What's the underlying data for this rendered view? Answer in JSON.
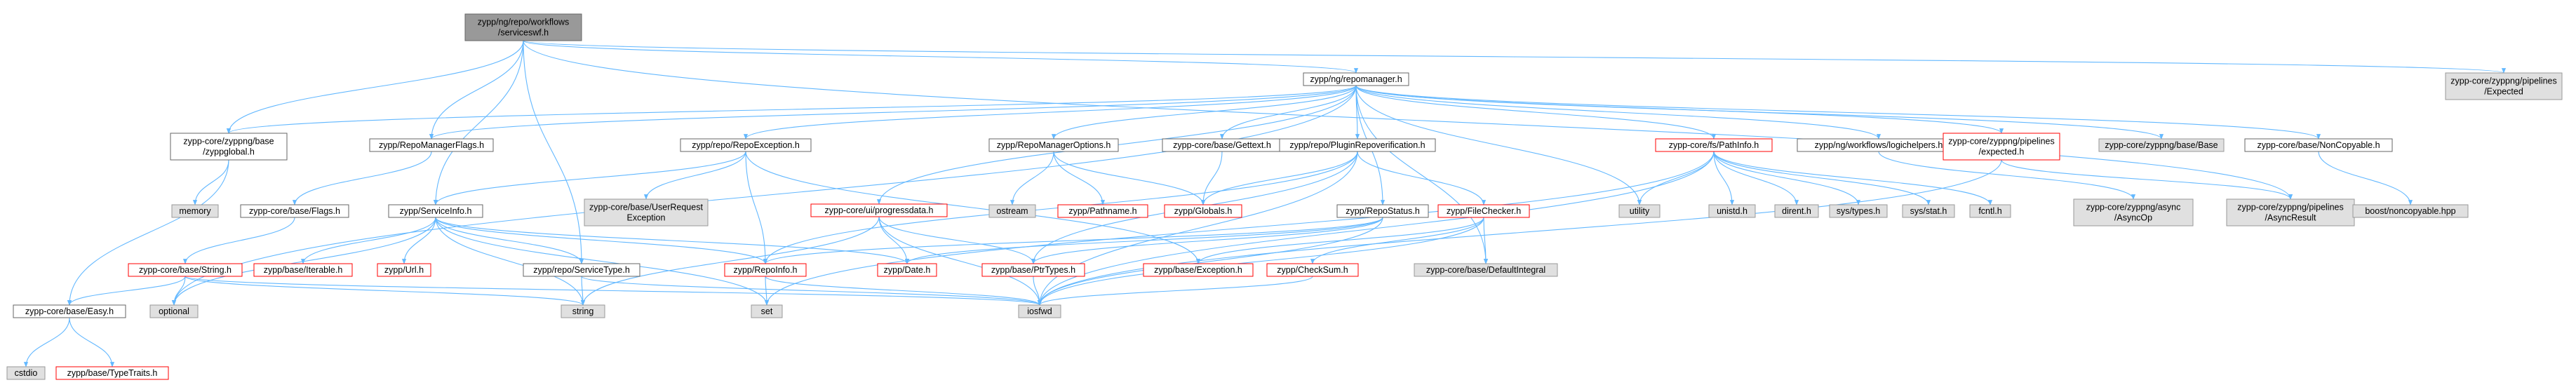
{
  "colors": {
    "edge": "#63b8ff",
    "root_fill": "#999999",
    "root_stroke": "#666666",
    "node_fill": "#ffffff",
    "node_stroke": "#666666",
    "red_stroke": "#ff0000",
    "gray_fill": "#e0e0e0",
    "gray_stroke": "#999999"
  },
  "nodes": [
    {
      "id": "root",
      "lines": [
        "zypp/ng/repo/workflows",
        "/serviceswf.h"
      ],
      "kind": "root"
    },
    {
      "id": "repomanager",
      "lines": [
        "zypp/ng/repomanager.h"
      ],
      "kind": "plain"
    },
    {
      "id": "expected_sys",
      "lines": [
        "zypp-core/zyppng/pipelines",
        "/Expected"
      ],
      "kind": "gray"
    },
    {
      "id": "zyppglobal",
      "lines": [
        "zypp-core/zyppng/base",
        "/zyppglobal.h"
      ],
      "kind": "plain"
    },
    {
      "id": "repomanagerflags",
      "lines": [
        "zypp/RepoManagerFlags.h"
      ],
      "kind": "plain"
    },
    {
      "id": "repoexception",
      "lines": [
        "zypp/repo/RepoException.h"
      ],
      "kind": "plain"
    },
    {
      "id": "progressdata",
      "lines": [
        "zypp-core/ui/progressdata.h"
      ],
      "kind": "red"
    },
    {
      "id": "repomanageroptions",
      "lines": [
        "zypp/RepoManagerOptions.h"
      ],
      "kind": "plain"
    },
    {
      "id": "gettext",
      "lines": [
        "zypp-core/base/Gettext.h"
      ],
      "kind": "plain"
    },
    {
      "id": "pluginrepoverification",
      "lines": [
        "zypp/repo/PluginRepoverification.h"
      ],
      "kind": "plain"
    },
    {
      "id": "pathinfo",
      "lines": [
        "zypp-core/fs/PathInfo.h"
      ],
      "kind": "red"
    },
    {
      "id": "logichelpers",
      "lines": [
        "zypp/ng/workflows/logichelpers.h"
      ],
      "kind": "plain"
    },
    {
      "id": "expected_h",
      "lines": [
        "zypp-core/zyppng/pipelines",
        "/expected.h"
      ],
      "kind": "red"
    },
    {
      "id": "zyppngbase",
      "lines": [
        "zypp-core/zyppng/base/Base"
      ],
      "kind": "gray"
    },
    {
      "id": "noncopyable",
      "lines": [
        "zypp-core/base/NonCopyable.h"
      ],
      "kind": "plain"
    },
    {
      "id": "memory",
      "lines": [
        "memory"
      ],
      "kind": "gray"
    },
    {
      "id": "flags",
      "lines": [
        "zypp-core/base/Flags.h"
      ],
      "kind": "plain"
    },
    {
      "id": "serviceinfo",
      "lines": [
        "zypp/ServiceInfo.h"
      ],
      "kind": "plain"
    },
    {
      "id": "userrequestexception",
      "lines": [
        "zypp-core/base/UserRequest",
        "Exception"
      ],
      "kind": "gray"
    },
    {
      "id": "ostream",
      "lines": [
        "ostream"
      ],
      "kind": "gray"
    },
    {
      "id": "pathname",
      "lines": [
        "zypp/Pathname.h"
      ],
      "kind": "red"
    },
    {
      "id": "globals",
      "lines": [
        "zypp/Globals.h"
      ],
      "kind": "red"
    },
    {
      "id": "repostatus",
      "lines": [
        "zypp/RepoStatus.h"
      ],
      "kind": "plain"
    },
    {
      "id": "filechecker",
      "lines": [
        "zypp/FileChecker.h"
      ],
      "kind": "red"
    },
    {
      "id": "utility",
      "lines": [
        "utility"
      ],
      "kind": "gray"
    },
    {
      "id": "unistd",
      "lines": [
        "unistd.h"
      ],
      "kind": "gray"
    },
    {
      "id": "dirent",
      "lines": [
        "dirent.h"
      ],
      "kind": "gray"
    },
    {
      "id": "systypes",
      "lines": [
        "sys/types.h"
      ],
      "kind": "gray"
    },
    {
      "id": "sysstat",
      "lines": [
        "sys/stat.h"
      ],
      "kind": "gray"
    },
    {
      "id": "fcntl",
      "lines": [
        "fcntl.h"
      ],
      "kind": "gray"
    },
    {
      "id": "asyncop",
      "lines": [
        "zypp-core/zyppng/async",
        "/AsyncOp"
      ],
      "kind": "gray"
    },
    {
      "id": "asyncresult",
      "lines": [
        "zypp-core/zyppng/pipelines",
        "/AsyncResult"
      ],
      "kind": "gray"
    },
    {
      "id": "boostnoncopyable",
      "lines": [
        "boost/noncopyable.hpp"
      ],
      "kind": "gray"
    },
    {
      "id": "string_h",
      "lines": [
        "zypp-core/base/String.h"
      ],
      "kind": "red"
    },
    {
      "id": "iterable",
      "lines": [
        "zypp/base/Iterable.h"
      ],
      "kind": "red"
    },
    {
      "id": "url",
      "lines": [
        "zypp/Url.h"
      ],
      "kind": "red"
    },
    {
      "id": "servicetype",
      "lines": [
        "zypp/repo/ServiceType.h"
      ],
      "kind": "plain"
    },
    {
      "id": "repoinfo",
      "lines": [
        "zypp/RepoInfo.h"
      ],
      "kind": "red"
    },
    {
      "id": "date",
      "lines": [
        "zypp/Date.h"
      ],
      "kind": "red"
    },
    {
      "id": "ptrtypes",
      "lines": [
        "zypp/base/PtrTypes.h"
      ],
      "kind": "red"
    },
    {
      "id": "exception",
      "lines": [
        "zypp/base/Exception.h"
      ],
      "kind": "red"
    },
    {
      "id": "checksum",
      "lines": [
        "zypp/CheckSum.h"
      ],
      "kind": "red"
    },
    {
      "id": "defaultintegral",
      "lines": [
        "zypp-core/base/DefaultIntegral"
      ],
      "kind": "gray"
    },
    {
      "id": "easy",
      "lines": [
        "zypp-core/base/Easy.h"
      ],
      "kind": "plain"
    },
    {
      "id": "optional",
      "lines": [
        "optional"
      ],
      "kind": "gray"
    },
    {
      "id": "string",
      "lines": [
        "string"
      ],
      "kind": "gray"
    },
    {
      "id": "set",
      "lines": [
        "set"
      ],
      "kind": "gray"
    },
    {
      "id": "iosfwd",
      "lines": [
        "iosfwd"
      ],
      "kind": "gray"
    },
    {
      "id": "cstdio",
      "lines": [
        "cstdio"
      ],
      "kind": "gray"
    },
    {
      "id": "typetraits",
      "lines": [
        "zypp/base/TypeTraits.h"
      ],
      "kind": "red"
    }
  ],
  "edges": [
    [
      "root",
      "repomanager"
    ],
    [
      "root",
      "expected_sys"
    ],
    [
      "root",
      "zyppglobal"
    ],
    [
      "root",
      "repomanagerflags"
    ],
    [
      "root",
      "serviceinfo"
    ],
    [
      "root",
      "servicetype"
    ],
    [
      "root",
      "asyncresult"
    ],
    [
      "repomanager",
      "zyppglobal"
    ],
    [
      "repomanager",
      "repomanagerflags"
    ],
    [
      "repomanager",
      "repoexception"
    ],
    [
      "repomanager",
      "progressdata"
    ],
    [
      "repomanager",
      "repomanageroptions"
    ],
    [
      "repomanager",
      "gettext"
    ],
    [
      "repomanager",
      "pluginrepoverification"
    ],
    [
      "repomanager",
      "pathinfo"
    ],
    [
      "repomanager",
      "logichelpers"
    ],
    [
      "repomanager",
      "expected_h"
    ],
    [
      "repomanager",
      "zyppngbase"
    ],
    [
      "repomanager",
      "noncopyable"
    ],
    [
      "repomanager",
      "repostatus"
    ],
    [
      "repomanager",
      "utility"
    ],
    [
      "repomanager",
      "defaultintegral"
    ],
    [
      "repomanager",
      "optional"
    ],
    [
      "zyppglobal",
      "memory"
    ],
    [
      "zyppglobal",
      "easy"
    ],
    [
      "repomanagerflags",
      "flags"
    ],
    [
      "flags",
      "string_h"
    ],
    [
      "repoexception",
      "serviceinfo"
    ],
    [
      "repoexception",
      "userrequestexception"
    ],
    [
      "repoexception",
      "repoinfo"
    ],
    [
      "repoexception",
      "exception"
    ],
    [
      "progressdata",
      "date"
    ],
    [
      "progressdata",
      "ptrtypes"
    ],
    [
      "progressdata",
      "iosfwd"
    ],
    [
      "progressdata",
      "string"
    ],
    [
      "repomanageroptions",
      "ostream"
    ],
    [
      "repomanageroptions",
      "pathname"
    ],
    [
      "repomanageroptions",
      "globals"
    ],
    [
      "gettext",
      "globals"
    ],
    [
      "pluginrepoverification",
      "globals"
    ],
    [
      "pluginrepoverification",
      "filechecker"
    ],
    [
      "pluginrepoverification",
      "ptrtypes"
    ],
    [
      "pluginrepoverification",
      "iosfwd"
    ],
    [
      "pluginrepoverification",
      "repoinfo"
    ],
    [
      "pathinfo",
      "utility"
    ],
    [
      "pathinfo",
      "unistd"
    ],
    [
      "pathinfo",
      "dirent"
    ],
    [
      "pathinfo",
      "systypes"
    ],
    [
      "pathinfo",
      "sysstat"
    ],
    [
      "pathinfo",
      "fcntl"
    ],
    [
      "pathinfo",
      "set"
    ],
    [
      "pathinfo",
      "iosfwd"
    ],
    [
      "logichelpers",
      "asyncop"
    ],
    [
      "expected_h",
      "asyncresult"
    ],
    [
      "expected_h",
      "iosfwd"
    ],
    [
      "noncopyable",
      "boostnoncopyable"
    ],
    [
      "serviceinfo",
      "iterable"
    ],
    [
      "serviceinfo",
      "url"
    ],
    [
      "serviceinfo",
      "servicetype"
    ],
    [
      "serviceinfo",
      "repoinfo"
    ],
    [
      "serviceinfo",
      "date"
    ],
    [
      "serviceinfo",
      "string"
    ],
    [
      "serviceinfo",
      "set"
    ],
    [
      "serviceinfo",
      "optional"
    ],
    [
      "repostatus",
      "date"
    ],
    [
      "repostatus",
      "ptrtypes"
    ],
    [
      "repostatus",
      "iosfwd"
    ],
    [
      "repostatus",
      "repoinfo"
    ],
    [
      "filechecker",
      "exception"
    ],
    [
      "filechecker",
      "checksum"
    ],
    [
      "filechecker",
      "defaultintegral"
    ],
    [
      "filechecker",
      "iosfwd"
    ],
    [
      "string_h",
      "easy"
    ],
    [
      "string_h",
      "iosfwd"
    ],
    [
      "string_h",
      "string"
    ],
    [
      "string_h",
      "optional"
    ],
    [
      "servicetype",
      "iosfwd"
    ],
    [
      "servicetype",
      "string"
    ],
    [
      "repoinfo",
      "set"
    ],
    [
      "repoinfo",
      "iosfwd"
    ],
    [
      "easy",
      "cstdio"
    ],
    [
      "easy",
      "typetraits"
    ],
    [
      "ptrtypes",
      "iosfwd"
    ],
    [
      "checksum",
      "iosfwd"
    ]
  ]
}
